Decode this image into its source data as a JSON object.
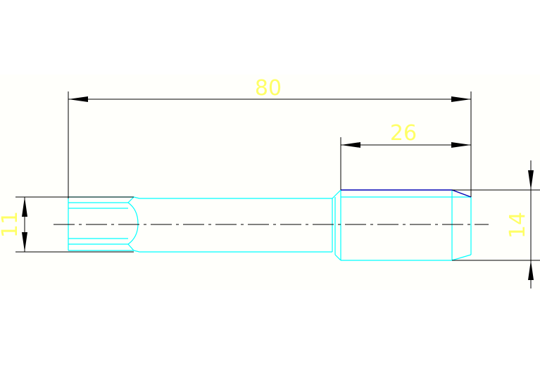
{
  "colors": {
    "background": "#ffffff",
    "paper": "#fffffb",
    "dimension_line": "#000000",
    "dimension_text": "#ffff66",
    "outline": "#00ffff",
    "chamfer_edge": "#0000b4",
    "centerline": "#000000"
  },
  "dimensions": {
    "overall_length": "80",
    "section_length": "26",
    "small_diameter": "11",
    "large_diameter": "14"
  }
}
